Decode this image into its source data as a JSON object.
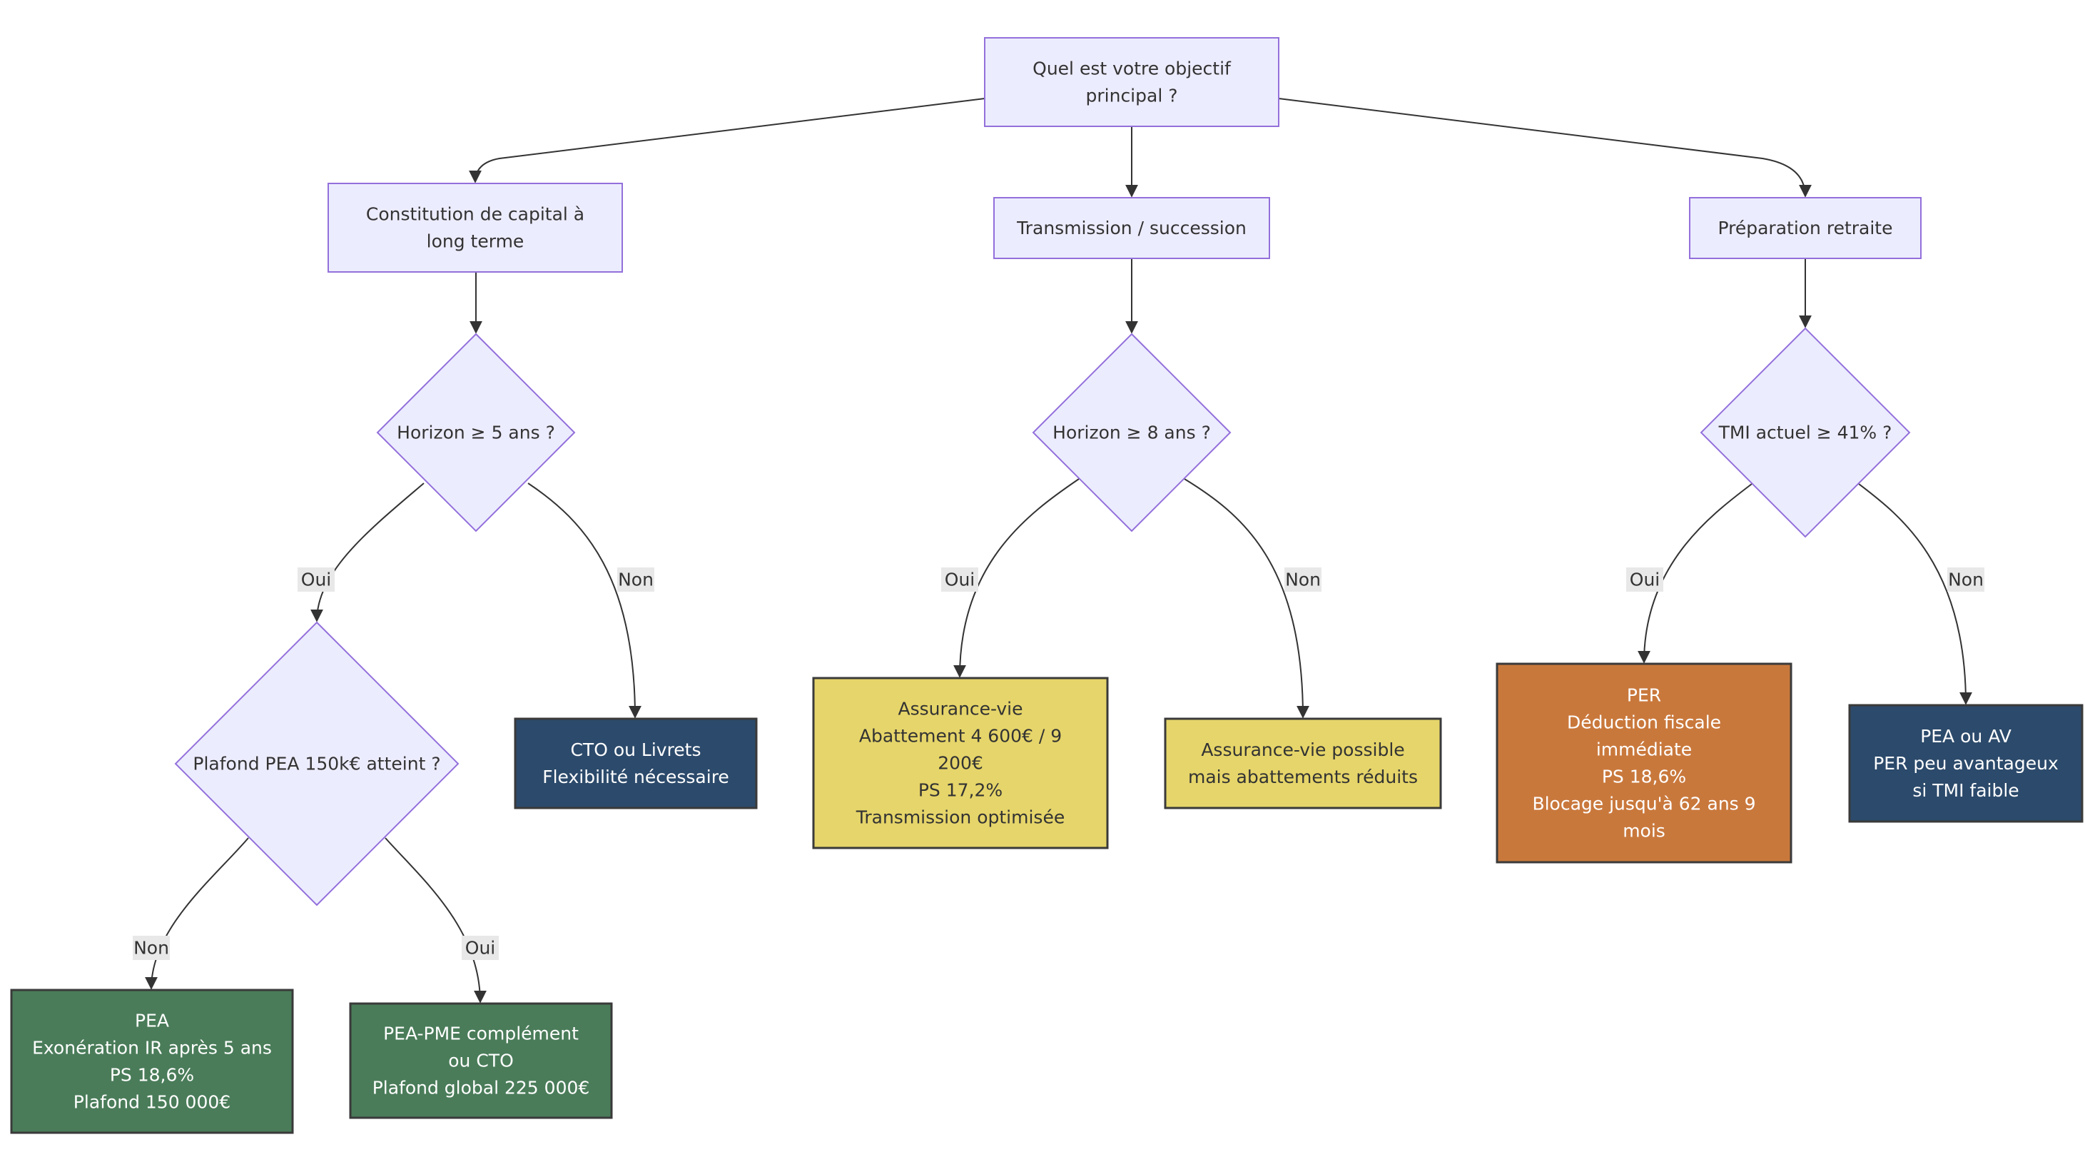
{
  "colors": {
    "process_fill": "#ECECFF",
    "process_stroke": "#9370DB",
    "text": "#333333",
    "edge": "#333333",
    "green": "#4A7C59",
    "navy": "#2C4A6B",
    "yellow": "#E6D56A",
    "orange": "#C9783C",
    "leaf_stroke": "#3a3a3a",
    "white_text": "#FFFFFF"
  },
  "nodes": [
    {
      "id": "objectif",
      "shape": "rect",
      "style": "process",
      "lines": [
        "Quel est votre objectif",
        "principal ?"
      ]
    },
    {
      "id": "capital",
      "shape": "rect",
      "style": "process",
      "lines": [
        "Constitution de capital à",
        "long terme"
      ]
    },
    {
      "id": "transmission",
      "shape": "rect",
      "style": "process",
      "lines": [
        "Transmission / succession"
      ]
    },
    {
      "id": "retraite",
      "shape": "rect",
      "style": "process",
      "lines": [
        "Préparation retraite"
      ]
    },
    {
      "id": "horizon5",
      "shape": "diamond",
      "style": "process",
      "lines": [
        "Horizon ≥ 5 ans ?"
      ]
    },
    {
      "id": "horizon8",
      "shape": "diamond",
      "style": "process",
      "lines": [
        "Horizon ≥ 8 ans ?"
      ]
    },
    {
      "id": "tmi41",
      "shape": "diamond",
      "style": "process",
      "lines": [
        "TMI actuel ≥ 41% ?"
      ]
    },
    {
      "id": "plafond",
      "shape": "diamond",
      "style": "process",
      "lines": [
        "Plafond PEA 150k€ atteint ?"
      ]
    },
    {
      "id": "cto",
      "shape": "rect",
      "style": "navy",
      "lines": [
        "CTO ou Livrets",
        "Flexibilité nécessaire"
      ]
    },
    {
      "id": "av-optimisee",
      "shape": "rect",
      "style": "yellow",
      "lines": [
        "Assurance-vie",
        "Abattement 4 600€ / 9",
        "200€",
        "PS 17,2%",
        "Transmission optimisée"
      ]
    },
    {
      "id": "av-possible",
      "shape": "rect",
      "style": "yellow",
      "lines": [
        "Assurance-vie possible",
        "mais abattements réduits"
      ]
    },
    {
      "id": "per",
      "shape": "rect",
      "style": "orange",
      "lines": [
        "PER",
        "Déduction fiscale",
        "immédiate",
        "PS 18,6%",
        "Blocage jusqu'à 62 ans 9",
        "mois"
      ]
    },
    {
      "id": "pea-av",
      "shape": "rect",
      "style": "navy",
      "lines": [
        "PEA ou AV",
        "PER peu avantageux",
        "si TMI faible"
      ]
    },
    {
      "id": "pea",
      "shape": "rect",
      "style": "green",
      "lines": [
        "PEA",
        "Exonération IR après 5 ans",
        "PS 18,6%",
        "Plafond 150 000€"
      ]
    },
    {
      "id": "pea-pme",
      "shape": "rect",
      "style": "green",
      "lines": [
        "PEA-PME complément",
        "ou CTO",
        "Plafond global 225 000€"
      ]
    }
  ],
  "edges": [
    {
      "from": "objectif",
      "to": "capital",
      "label": ""
    },
    {
      "from": "objectif",
      "to": "transmission",
      "label": ""
    },
    {
      "from": "objectif",
      "to": "retraite",
      "label": ""
    },
    {
      "from": "capital",
      "to": "horizon5",
      "label": ""
    },
    {
      "from": "transmission",
      "to": "horizon8",
      "label": ""
    },
    {
      "from": "retraite",
      "to": "tmi41",
      "label": ""
    },
    {
      "from": "horizon5",
      "to": "plafond",
      "label": "Oui"
    },
    {
      "from": "horizon5",
      "to": "cto",
      "label": "Non"
    },
    {
      "from": "horizon8",
      "to": "av-optimisee",
      "label": "Oui"
    },
    {
      "from": "horizon8",
      "to": "av-possible",
      "label": "Non"
    },
    {
      "from": "tmi41",
      "to": "per",
      "label": "Oui"
    },
    {
      "from": "tmi41",
      "to": "pea-av",
      "label": "Non"
    },
    {
      "from": "plafond",
      "to": "pea",
      "label": "Non"
    },
    {
      "from": "plafond",
      "to": "pea-pme",
      "label": "Oui"
    }
  ]
}
